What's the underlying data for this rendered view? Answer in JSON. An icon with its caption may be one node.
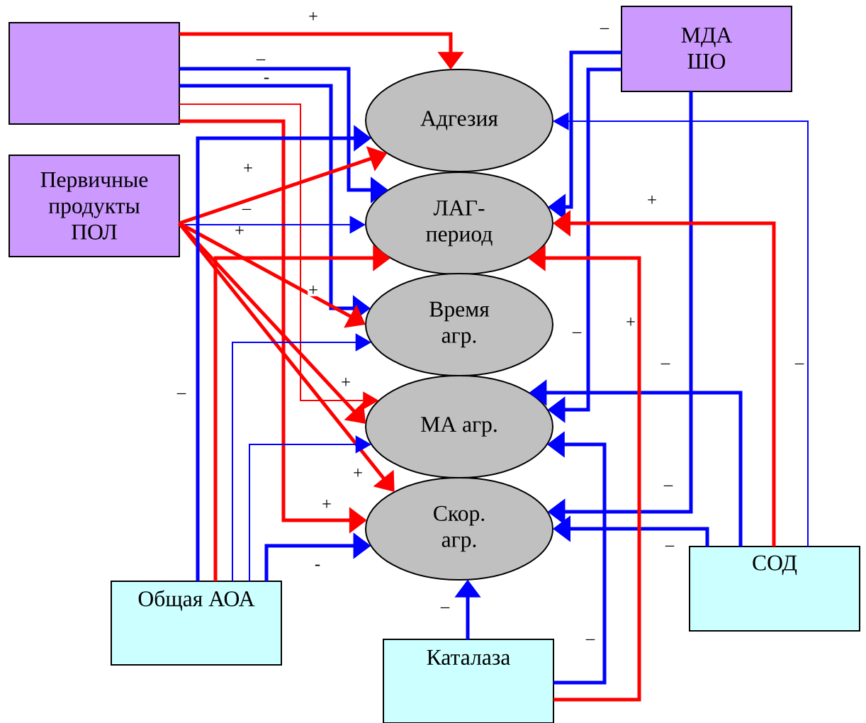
{
  "diagram": {
    "nodes": [
      {
        "text": [],
        "shape": "box"
      },
      {
        "text": [
          "Первичные продукты ПОЛ"
        ]
      },
      {
        "text": [
          "МДА ШО"
        ]
      },
      {
        "text": [
          "Адгезия"
        ]
      },
      {
        "text": [
          "ЛАГ-период"
        ]
      },
      {
        "text": [
          "Время агр."
        ]
      },
      {
        "text": [
          "МА агр."
        ]
      },
      {
        "text": [
          "Скор. агр."
        ]
      },
      {
        "text": [
          "Общая АОА"
        ]
      },
      {
        "text": [
          "Каталаза"
        ]
      },
      {
        "text": [
          "СОД"
        ]
      }
    ],
    "edges": [
      {
        "from": 0,
        "to": 3,
        "arrow": "to",
        "label": "+",
        "color": "#ff0000"
      },
      {
        "from": 0,
        "to": 4,
        "arrow": "to",
        "label": "–"
      },
      {
        "from": 0,
        "to": 5,
        "arrow": "to",
        "label": "-"
      },
      {
        "from": 0,
        "to": 6,
        "arrow": "to",
        "label": "+",
        "color": "#ff0000"
      },
      {
        "from": 0,
        "to": 7,
        "arrow": "to",
        "label": "+",
        "color": "#ff0000"
      },
      {
        "from": 1,
        "to": 3,
        "arrow": "to",
        "label": "+",
        "color": "#ff0000"
      },
      {
        "from": 1,
        "to": 4,
        "arrow": "to",
        "label": "–"
      },
      {
        "from": 1,
        "to": 5,
        "arrow": "to",
        "label": "+",
        "color": "#ff0000"
      },
      {
        "from": 1,
        "to": 6,
        "arrow": "to",
        "color": "#ff0000"
      },
      {
        "from": 1,
        "to": 7,
        "arrow": "to",
        "label": "+",
        "color": "#ff0000"
      },
      {
        "from": 8,
        "to": 3,
        "arrow": "to",
        "label": "–"
      },
      {
        "from": 8,
        "to": 4,
        "arrow": "to",
        "label": "+",
        "color": "#ff0000"
      },
      {
        "from": 8,
        "to": 5,
        "arrow": "to"
      },
      {
        "from": 8,
        "to": 6,
        "arrow": "to"
      },
      {
        "from": 8,
        "to": 7,
        "arrow": "to",
        "label": "-"
      },
      {
        "from": 2,
        "to": 4,
        "arrow": "to",
        "label": "–"
      },
      {
        "from": 2,
        "to": 6,
        "arrow": "to",
        "label": "–"
      },
      {
        "from": 2,
        "to": 7,
        "arrow": "to",
        "label": "–"
      },
      {
        "from": 10,
        "to": 3,
        "arrow": "to",
        "label": "–"
      },
      {
        "from": 10,
        "to": 4,
        "arrow": "to",
        "label": "+",
        "color": "#ff0000"
      },
      {
        "from": 10,
        "to": 6,
        "arrow": "to",
        "label": "–"
      },
      {
        "from": 10,
        "to": 7,
        "arrow": "to",
        "label": "–"
      },
      {
        "from": 9,
        "to": 7,
        "arrow": "to",
        "label": "–"
      },
      {
        "from": 9,
        "to": 6,
        "arrow": "to",
        "label": "–"
      },
      {
        "from": 9,
        "to": 4,
        "arrow": "to",
        "label": "+",
        "color": "#ff0000"
      }
    ]
  }
}
